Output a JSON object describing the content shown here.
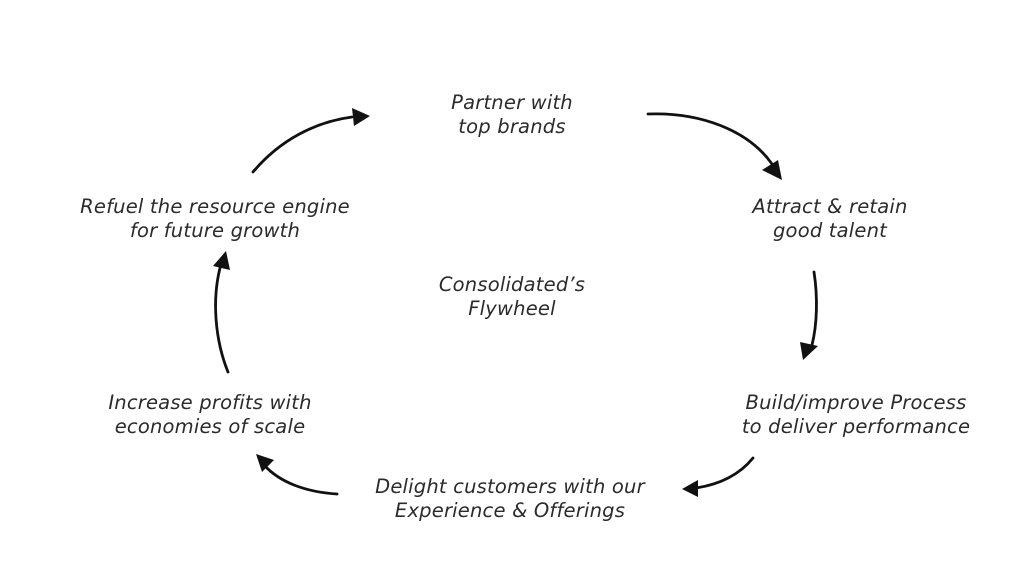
{
  "diagram": {
    "type": "cycle",
    "title": {
      "line1": "Consolidated’s",
      "line2": "Flywheel"
    },
    "nodes": [
      {
        "id": "partner",
        "line1": "Partner with",
        "line2": "top brands"
      },
      {
        "id": "attract",
        "line1": "Attract & retain",
        "line2": "good talent"
      },
      {
        "id": "build",
        "line1": "Build/improve Process",
        "line2": "to deliver performance"
      },
      {
        "id": "delight",
        "line1": "Delight customers with our",
        "line2": "Experience & Offerings"
      },
      {
        "id": "increase",
        "line1": "Increase profits with",
        "line2": "economies of scale"
      },
      {
        "id": "refuel",
        "line1": "Refuel the resource engine",
        "line2": "for future growth"
      }
    ],
    "edges": [
      {
        "from": "partner",
        "to": "attract"
      },
      {
        "from": "attract",
        "to": "build"
      },
      {
        "from": "build",
        "to": "delight"
      },
      {
        "from": "delight",
        "to": "increase"
      },
      {
        "from": "increase",
        "to": "refuel"
      },
      {
        "from": "refuel",
        "to": "partner"
      }
    ],
    "direction": "clockwise",
    "colors": {
      "text": "#2b2b2b",
      "arrow": "#111111",
      "background": "#ffffff"
    }
  }
}
